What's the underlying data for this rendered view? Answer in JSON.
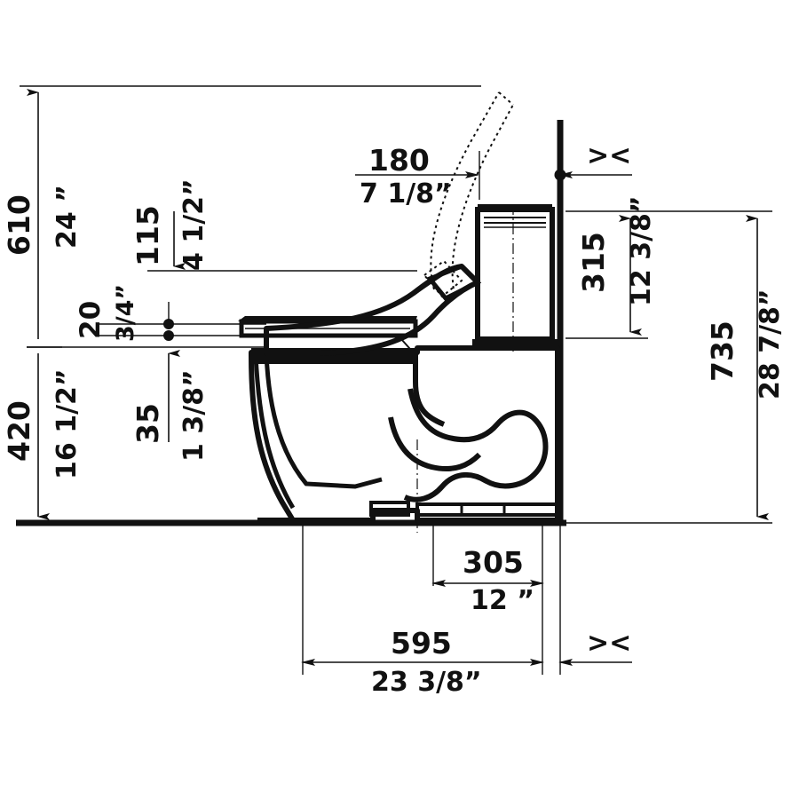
{
  "drawing": {
    "title": "Toilet side elevation technical drawing",
    "subject": "two-piece floor-standing toilet with tank and seat, side section view",
    "units": {
      "primary": "mm",
      "secondary": "inch"
    },
    "background_color": "#ffffff",
    "line_color": "#111111",
    "text_color": "#111111"
  },
  "dimensions": {
    "height_overall": {
      "metric": "610",
      "imperial": "24 ”",
      "orientation": "vertical",
      "side": "left",
      "description": "overall height from floor to top of raised seat lid reference line"
    },
    "height_bowl_rim": {
      "metric": "420",
      "imperial": "16 1/2”",
      "orientation": "vertical",
      "side": "left",
      "description": "floor to bowl rim height"
    },
    "seat_thickness": {
      "metric": "20",
      "imperial": "3/4”",
      "orientation": "vertical",
      "side": "left",
      "description": "seat thickness"
    },
    "rim_offset": {
      "metric": "35",
      "imperial": "1 3/8”",
      "orientation": "vertical",
      "side": "left-inner",
      "description": "rim to seat top offset"
    },
    "lid_back_height": {
      "metric": "115",
      "imperial": "4 1/2”",
      "orientation": "vertical",
      "side": "left-inner",
      "description": "drop from top reference to seat hinge line"
    },
    "lid_open_depth": {
      "metric": "180",
      "imperial": "7 1/8”",
      "orientation": "horizontal",
      "side": "top",
      "description": "lid open projection from wall"
    },
    "tank_height": {
      "metric": "315",
      "imperial": "12 3/8”",
      "orientation": "vertical",
      "side": "right",
      "description": "tank height"
    },
    "overall_height_right": {
      "metric": "735",
      "imperial": "28 7/8”",
      "orientation": "vertical",
      "side": "right",
      "description": "floor to top of tank lid"
    },
    "rough_in": {
      "metric": "305",
      "imperial": "12 ”",
      "orientation": "horizontal",
      "side": "bottom",
      "description": "rough-in, wall to waste outlet centerline"
    },
    "depth_overall": {
      "metric": "595",
      "imperial": "23 3/8”",
      "orientation": "horizontal",
      "side": "bottom",
      "description": "overall depth from wall to front of bowl"
    },
    "zero_clearance_top": {
      "symbol": "><",
      "description": "zero clearance marker at wall, upper right"
    },
    "zero_clearance_bottom": {
      "symbol": "><",
      "description": "zero clearance marker at wall, lower right"
    }
  },
  "elements": {
    "wall": "vertical wall reference line at right",
    "floor": "horizontal floor reference line at bottom",
    "tank": "cistern / water tank",
    "bowl": "toilet bowl",
    "seat": "toilet seat",
    "lid_open": "lid shown dotted in raised open position",
    "trapway": "internal S-trap / siphon passage",
    "outlet": "floor waste outlet"
  }
}
